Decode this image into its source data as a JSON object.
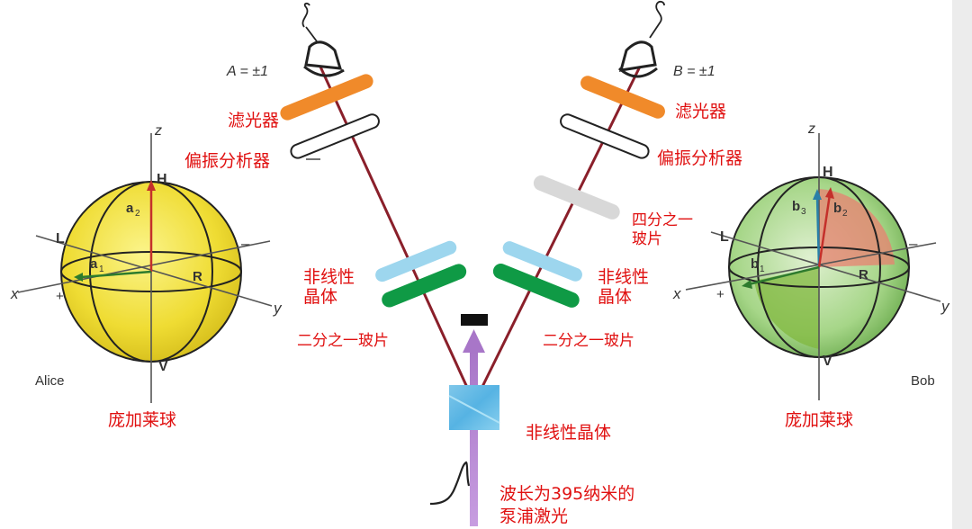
{
  "measurement": {
    "alice_outcome": "A = ±1",
    "bob_outcome": "B = ±1"
  },
  "left_arm": {
    "filter": "滤光器",
    "analyzer": "偏振分析器",
    "crystal_line1": "非线性",
    "crystal_line2": "晶体",
    "half_wave_plate": "二分之一玻片"
  },
  "right_arm": {
    "filter": "滤光器",
    "analyzer": "偏振分析器",
    "quarter_wave_line1": "四分之一",
    "quarter_wave_line2": "玻片",
    "crystal_line1": "非线性",
    "crystal_line2": "晶体",
    "half_wave_plate": "二分之一玻片"
  },
  "source": {
    "crystal": "非线性晶体",
    "pump_line1": "波长为395纳米的",
    "pump_line2": "泵浦激光"
  },
  "alice_sphere": {
    "caption": "庞加莱球",
    "name": "Alice",
    "z": "z",
    "x": "x",
    "y": "y",
    "H": "H",
    "V": "V",
    "L": "L",
    "R": "R",
    "plus": "+",
    "minus": "–",
    "vec_a2": "a",
    "vec_a2_sub": "2",
    "vec_a1": "a",
    "vec_a1_sub": "1"
  },
  "bob_sphere": {
    "caption": "庞加莱球",
    "name": "Bob",
    "z": "z",
    "x": "x",
    "y": "y",
    "H": "H",
    "V": "V",
    "L": "L",
    "R": "R",
    "plus": "+",
    "minus": "–",
    "vec_b3": "b",
    "vec_b3_sub": "3",
    "vec_b2": "b",
    "vec_b2_sub": "2",
    "vec_b1": "b",
    "vec_b1_sub": "1"
  },
  "colors": {
    "filter": "#f08a2a",
    "crystal": "#9dd6ee",
    "half_wave": "#0f9a45",
    "quarter_wave": "#d8d8d8",
    "beam": "#8a1f2a",
    "pump": "#b07ac9",
    "sphere_alice": "#f2e24a",
    "sphere_bob": "#8fc870"
  }
}
